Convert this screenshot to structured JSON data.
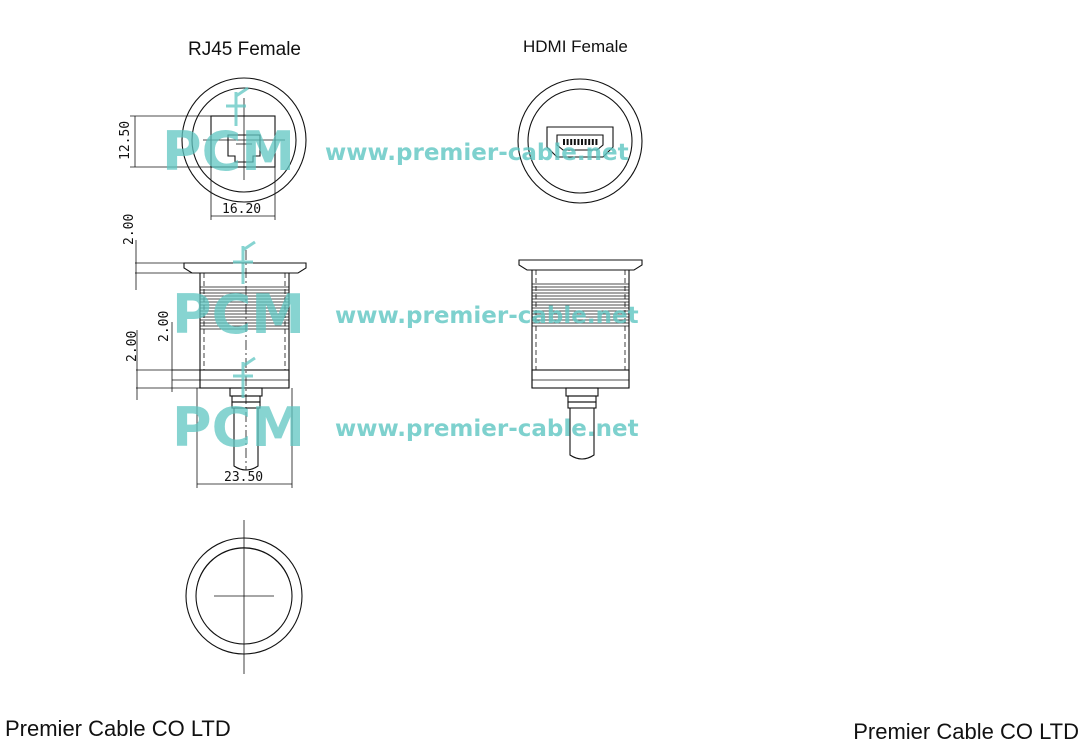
{
  "titles": {
    "rj45": "RJ45 Female",
    "hdmi": "HDMI Female"
  },
  "dimensions": {
    "height_12_50": "12.50",
    "width_16_20": "16.20",
    "flange_2_00_top": "2.00",
    "nut_2_00_outer": "2.00",
    "nut_2_00_inner": "2.00",
    "width_23_50": "23.50"
  },
  "watermark": {
    "logo": "PCM",
    "url": "www.premier-cable.net"
  },
  "footer": {
    "left": "Premier Cable CO LTD",
    "right": "Premier Cable CO LTD"
  },
  "colors": {
    "watermark": "#5fc6c2",
    "lines": "#111111"
  }
}
